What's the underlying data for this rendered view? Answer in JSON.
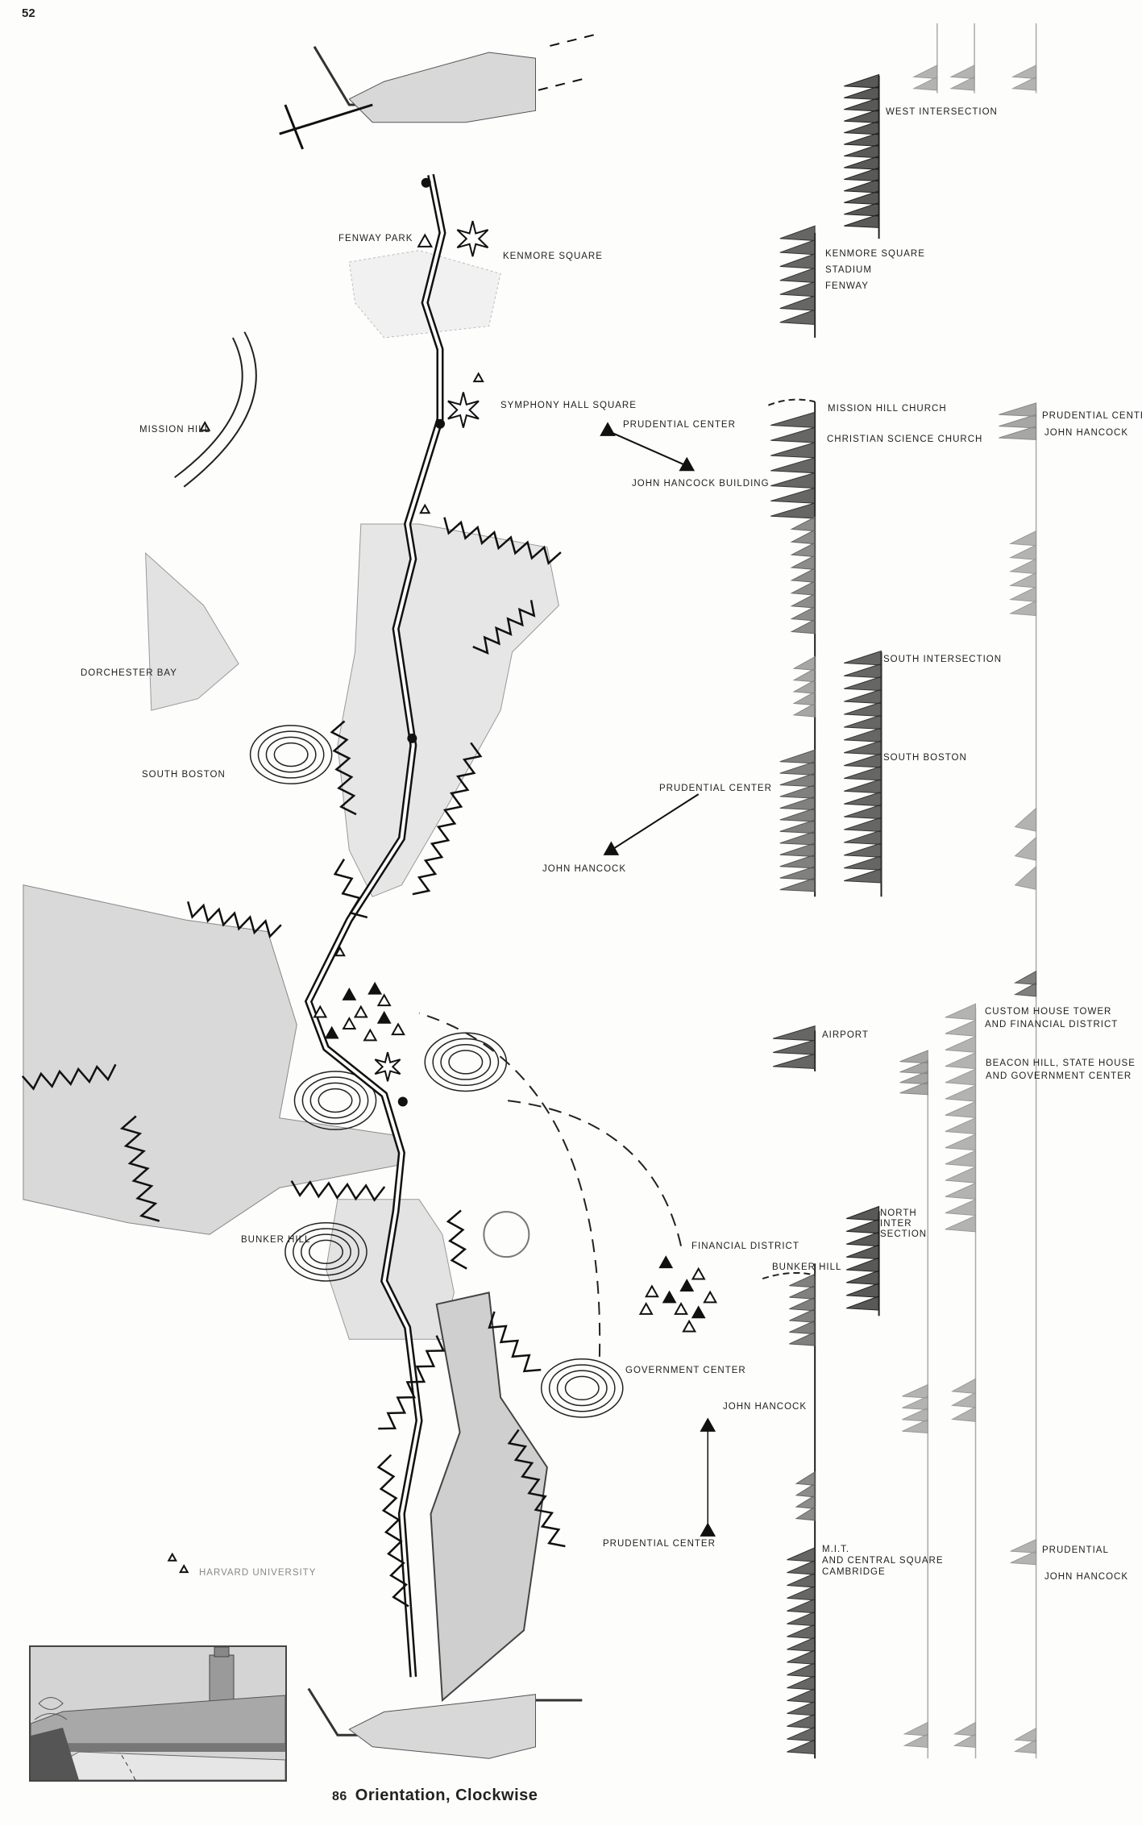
{
  "page_number": "52",
  "caption": {
    "number": "86",
    "title": "Orientation, Clockwise"
  },
  "map_labels": {
    "fenway_park": "FENWAY PARK",
    "kenmore_square": "KENMORE SQUARE",
    "mission_hill": "MISSION HILL",
    "symphony_hall_square": "SYMPHONY HALL SQUARE",
    "prudential_center_1": "PRUDENTIAL CENTER",
    "john_hancock_building": "JOHN HANCOCK BUILDING",
    "dorchester_bay": "DORCHESTER BAY",
    "south_boston": "SOUTH BOSTON",
    "prudential_center_2": "PRUDENTIAL CENTER",
    "john_hancock_2": "JOHN HANCOCK",
    "bunker_hill": "BUNKER HILL",
    "financial_district": "FINANCIAL DISTRICT",
    "government_center": "GOVERNMENT CENTER",
    "john_hancock_3": "JOHN HANCOCK",
    "prudential_center_3": "PRUDENTIAL CENTER",
    "harvard_university": "HARVARD UNIVERSITY"
  },
  "sequence_labels": {
    "west_intersection": "WEST INTERSECTION",
    "kenmore_square": "KENMORE SQUARE",
    "stadium": "STADIUM",
    "fenway": "FENWAY",
    "mission_hill_church": "MISSION HILL CHURCH",
    "christian_science_church": "CHRISTIAN SCIENCE CHURCH",
    "prudential_center": "PRUDENTIAL CENTER",
    "john_hancock": "JOHN HANCOCK",
    "south_intersection": "SOUTH INTERSECTION",
    "south_boston": "SOUTH BOSTON",
    "custom_house_1": "CUSTOM HOUSE TOWER",
    "custom_house_2": "AND FINANCIAL DISTRICT",
    "airport": "AIRPORT",
    "beacon_hill_1": "BEACON HILL, STATE HOUSE",
    "beacon_hill_2": "AND GOVERNMENT CENTER",
    "north_1": "NORTH",
    "north_2": "INTER",
    "north_3": "SECTION",
    "bunker_hill": "BUNKER HILL",
    "mit_1": "M.I.T.",
    "mit_2": "AND CENTRAL SQUARE",
    "mit_3": "CAMBRIDGE",
    "prudential": "PRUDENTIAL",
    "john_hancock_2": "JOHN HANCOCK"
  }
}
